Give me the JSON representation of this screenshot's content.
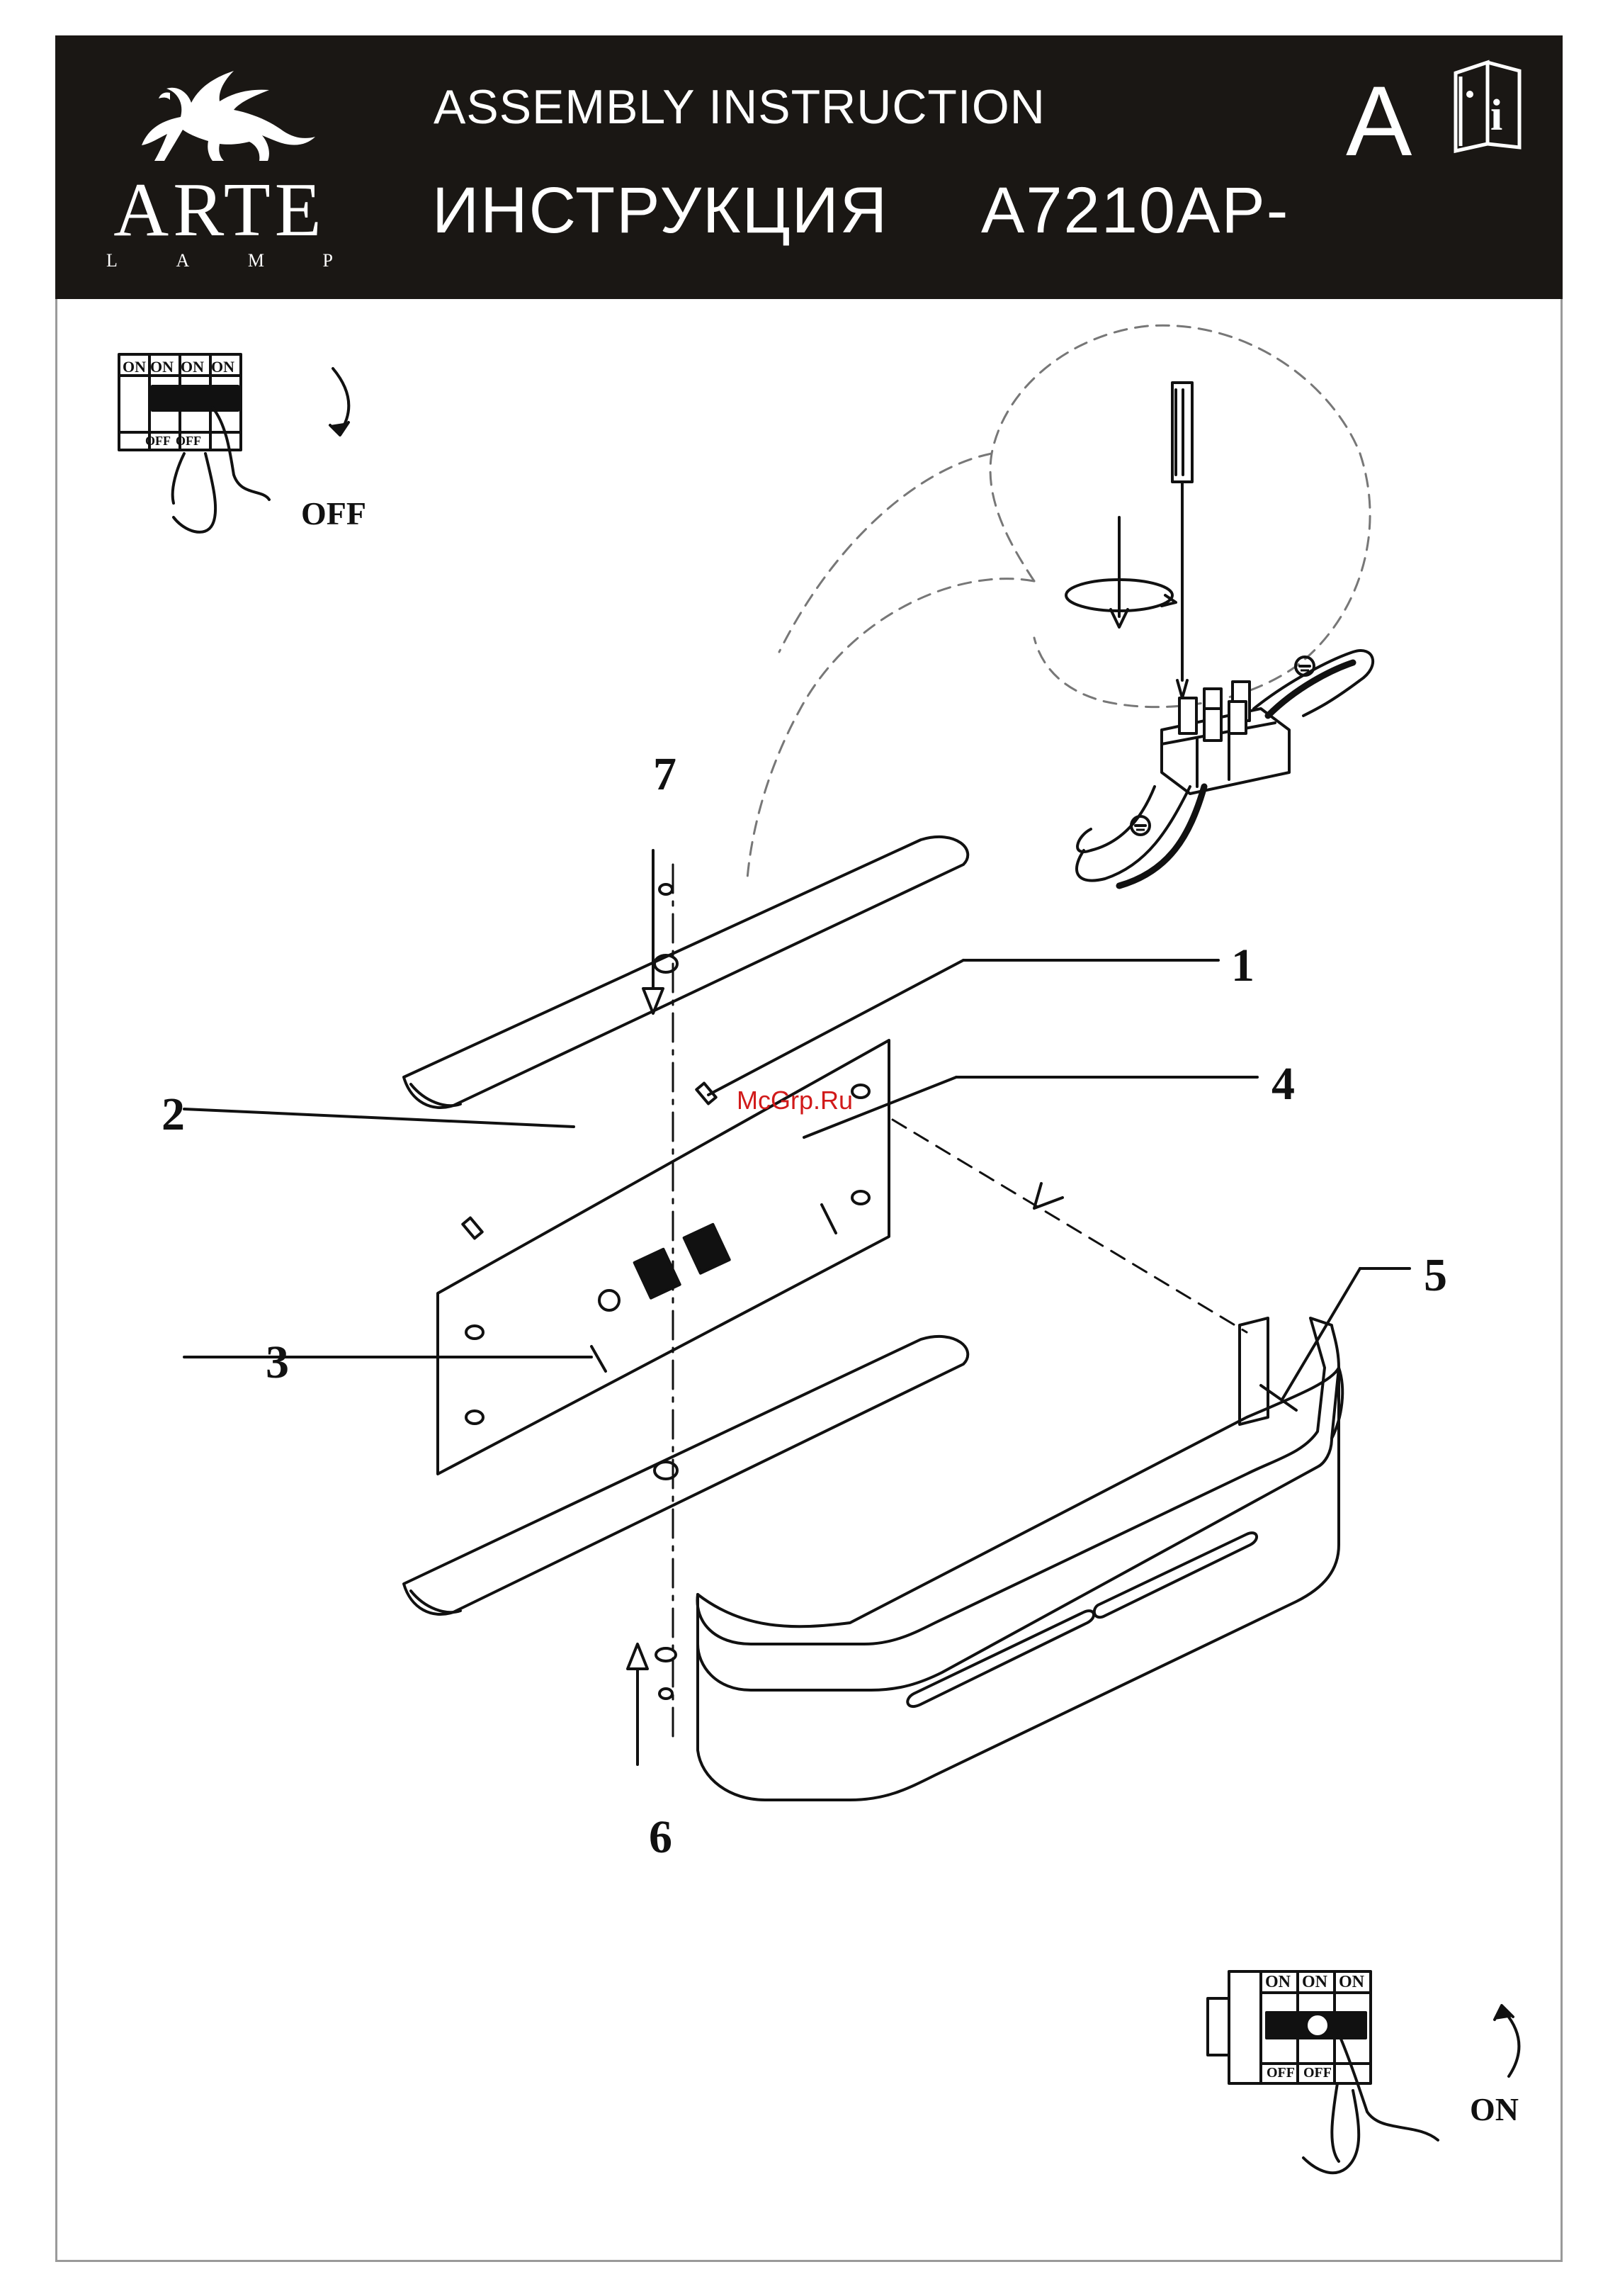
{
  "header": {
    "brand_name": "ARTE",
    "brand_sub": [
      "L",
      "A",
      "M",
      "P"
    ],
    "title_en": "ASSEMBLY INSTRUCTION",
    "title_ru": "ИНСТРУКЦИЯ",
    "model": "A7210AP-",
    "letter": "A"
  },
  "switch_off": {
    "toggles": [
      "ON",
      "ON",
      "ON",
      "ON"
    ],
    "bottom": [
      "OFF",
      "OFF"
    ],
    "label": "OFF"
  },
  "switch_on": {
    "toggles": [
      "ON",
      "ON",
      "ON"
    ],
    "bottom": [
      "OFF",
      "OFF"
    ],
    "label": "ON"
  },
  "callouts": {
    "c1": "1",
    "c2": "2",
    "c3": "3",
    "c4": "4",
    "c5": "5",
    "c6": "6",
    "c7": "7"
  },
  "watermark": "McGrp.Ru",
  "colors": {
    "header_bg": "#1a1714",
    "line": "#111111",
    "watermark": "#d11a1a"
  },
  "icons": [
    "griffin-logo-icon",
    "info-book-icon",
    "screwdriver-icon",
    "rotate-arrow-icon",
    "ground-symbol-icon"
  ]
}
